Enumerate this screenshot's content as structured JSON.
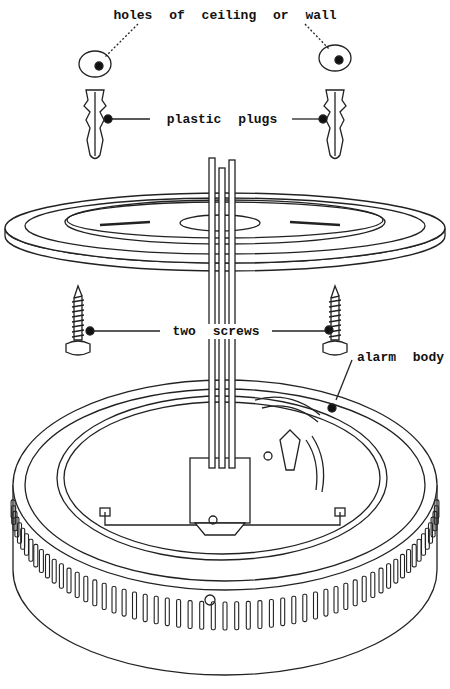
{
  "diagram": {
    "labels": [
      "holes of ceiling or wall",
      "plastic plugs",
      "two screws",
      "alarm body"
    ]
  }
}
